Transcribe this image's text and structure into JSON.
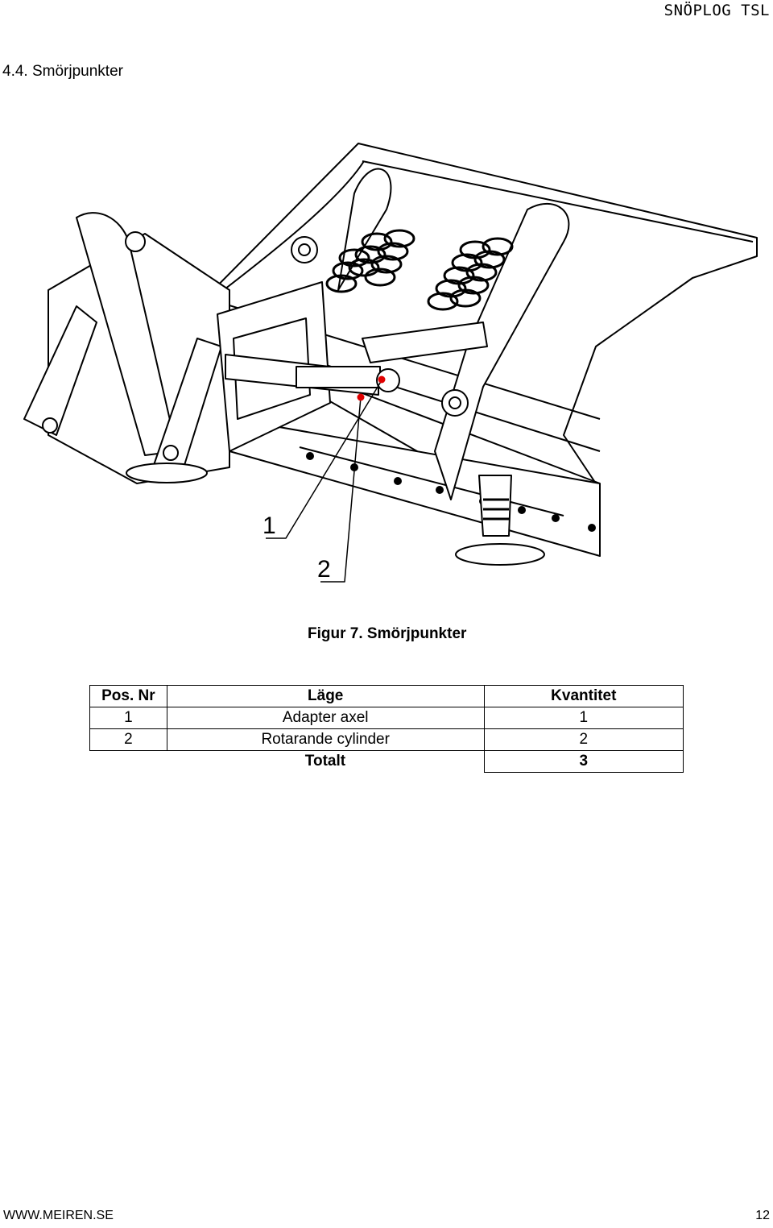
{
  "header": {
    "title": "SNÖPLOG TSL"
  },
  "section": {
    "heading": "4.4. Smörjpunkter"
  },
  "figure": {
    "caption": "Figur 7. Smörjpunkter",
    "callout_1": "1",
    "callout_2": "2",
    "marker_color": "#e00000"
  },
  "table": {
    "headers": {
      "pos": "Pos. Nr",
      "place": "Läge",
      "qty": "Kvantitet"
    },
    "rows": [
      {
        "pos": "1",
        "place": "Adapter axel",
        "qty": "1"
      },
      {
        "pos": "2",
        "place": "Rotarande cylinder",
        "qty": "2"
      }
    ],
    "total": {
      "label": "Totalt",
      "value": "3"
    }
  },
  "footer": {
    "website": "WWW.MEIREN.SE",
    "page_number": "12"
  }
}
